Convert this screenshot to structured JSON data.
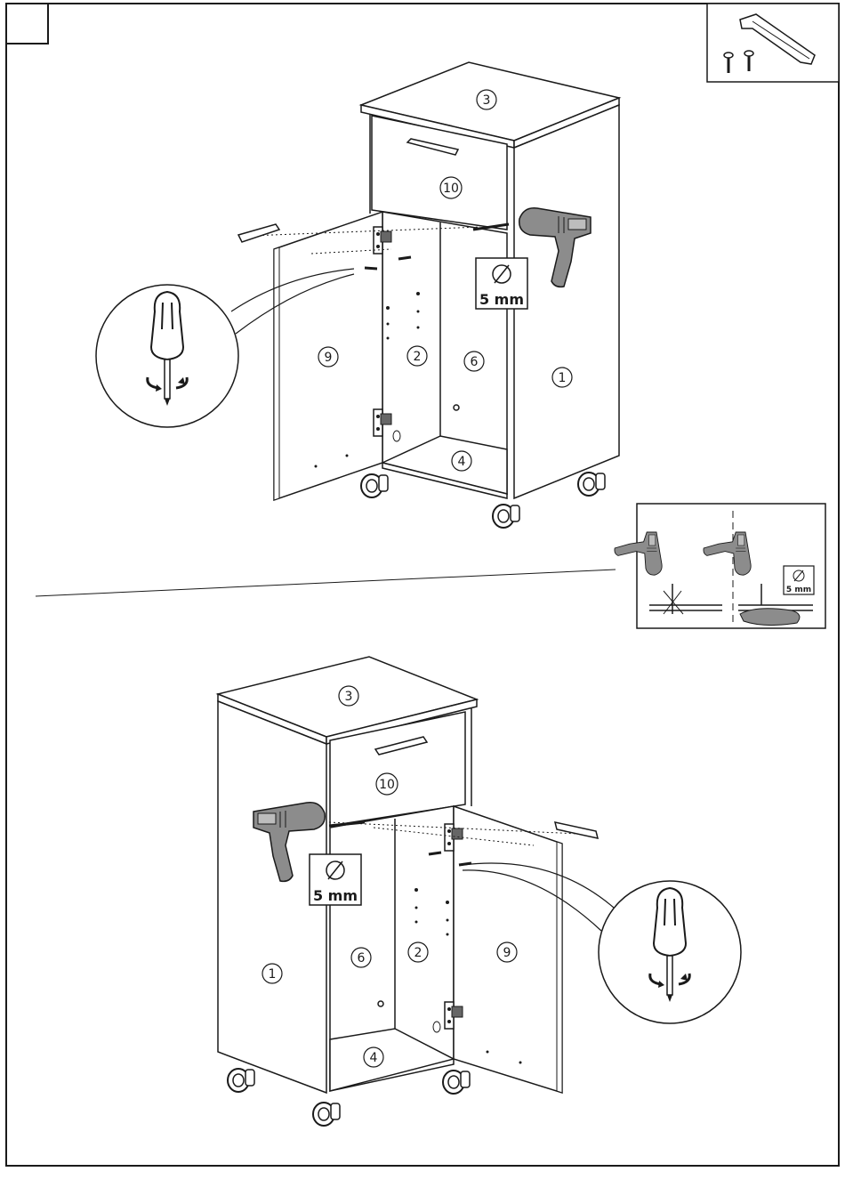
{
  "step": {
    "number": ""
  },
  "parts": {
    "top": "3",
    "drawer_front": "10",
    "side_panel": "1",
    "door": "9",
    "divider": "2",
    "back_panel": "6",
    "bottom": "4"
  },
  "drill_bit_label": "5 mm",
  "note_drill_bit_label": "5 mm",
  "icons": [
    "handle-and-screws-icon",
    "drill-icon",
    "screwdriver-icon",
    "hinge-icon",
    "caster-wheel-icon",
    "diameter-symbol-icon"
  ],
  "colors": {
    "line": "#1a1a1a",
    "tool_fill": "#8c8c8c",
    "panel_fill": "#ffffff"
  }
}
